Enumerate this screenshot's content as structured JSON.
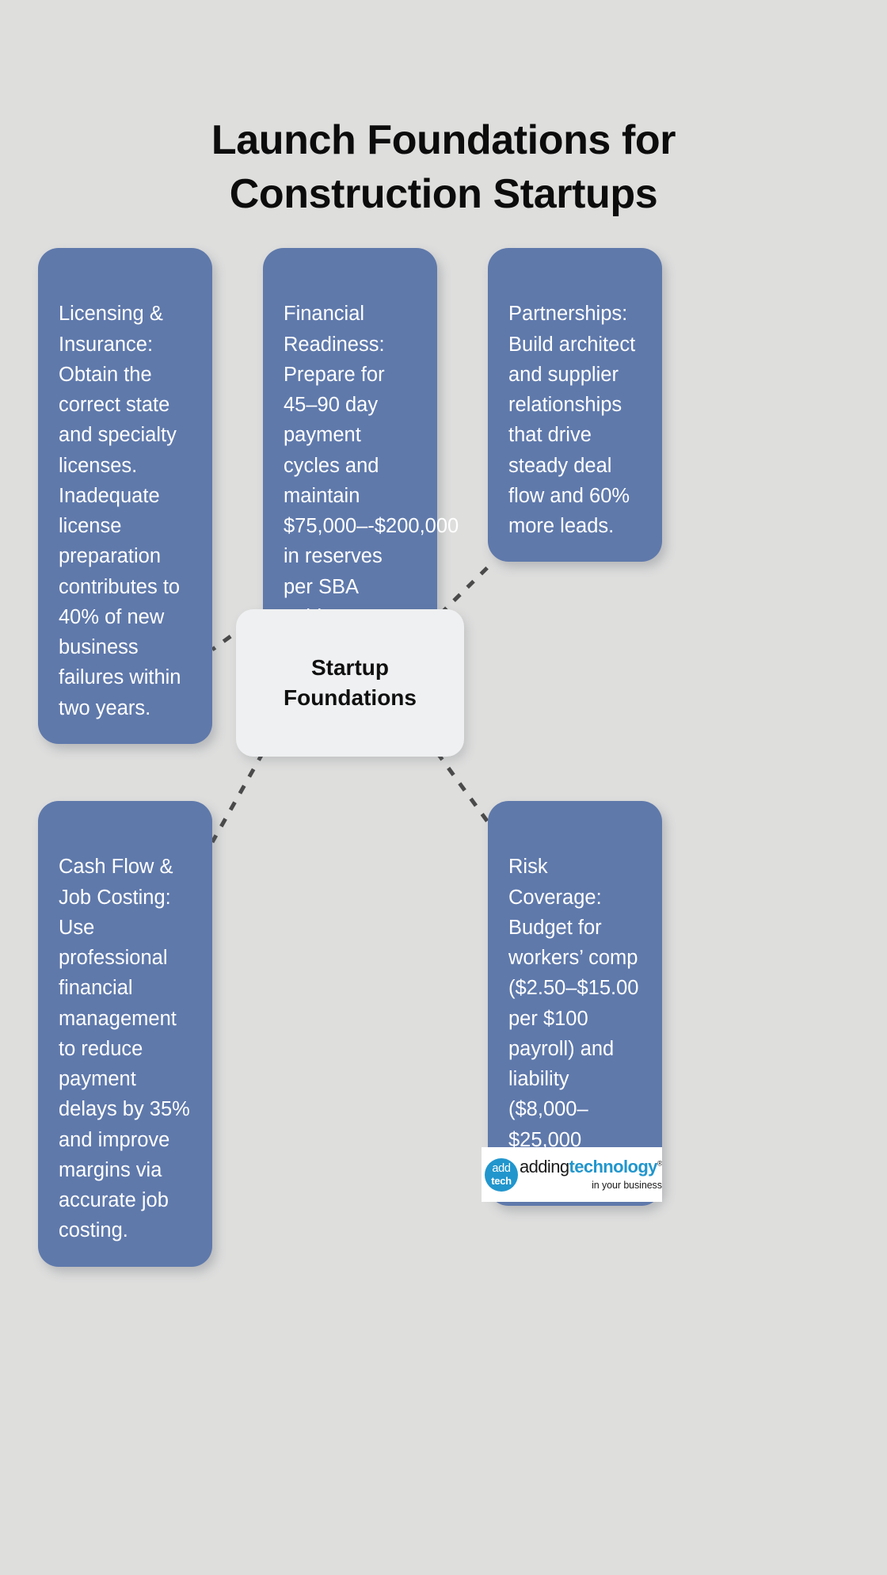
{
  "title": {
    "line1": "Launch Foundations for",
    "line2": "Construction Startups"
  },
  "center": {
    "label": "Startup\nFoundations"
  },
  "cards": [
    {
      "id": "licensing-insurance",
      "text": "Licensing & Insurance: Obtain the correct state and specialty licenses. Inadequate license preparation contributes to 40% of new business failures within two years."
    },
    {
      "id": "financial-readiness",
      "text": "Financial Readiness: Prepare for 45–90 day payment cycles and maintain $75,000–-$200,000 in reserves per SBA guidance."
    },
    {
      "id": "partnerships",
      "text": "Partnerships: Build architect and supplier relationships that drive steady deal flow and 60% more leads."
    },
    {
      "id": "cash-flow-job-costing",
      "text": "Cash Flow & Job Costing: Use professional financial management to reduce payment delays by 35% and improve margins via accurate job costing."
    },
    {
      "id": "risk-coverage",
      "text": "Risk Coverage: Budget for workers’ comp ($2.50–$15.00 per $100 payroll) and liability ($8,000–$25,000 annually)."
    }
  ],
  "logo": {
    "badge_top": "add",
    "badge_bottom": "tech",
    "word_first": "adding",
    "word_second": "technology",
    "registered_mark": "®",
    "tagline": "in your business"
  },
  "colors": {
    "background": "#dededd",
    "card_fill": "#5f79ab",
    "card_text": "#ffffff",
    "center_fill": "#eff0f1",
    "title_text": "#0c0c0c",
    "connector": "#4a4a4a",
    "logo_accent": "#2196cd"
  }
}
